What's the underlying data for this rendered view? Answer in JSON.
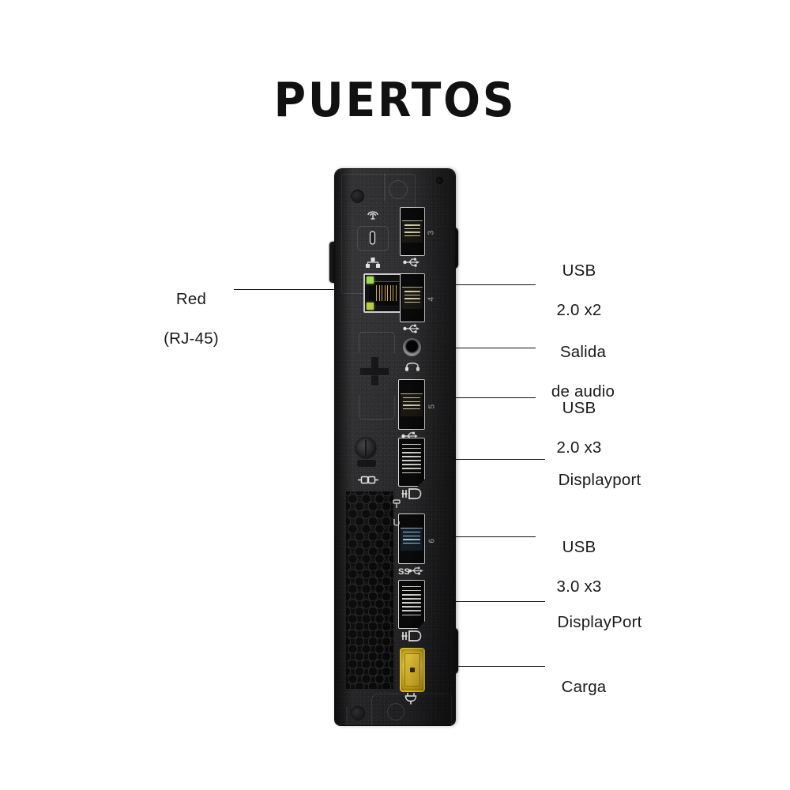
{
  "page": {
    "title": "PUERTOS",
    "background_color": "#ffffff",
    "text_color": "#1a1a1a"
  },
  "device": {
    "name": "mini-pc-rear-panel",
    "chassis_color": "#202022",
    "accent_power_color": "#d8b41e",
    "led_color": "#9bd84a"
  },
  "callouts": {
    "left": [
      {
        "id": "network",
        "label": "Red\n(RJ-45)",
        "line1": "Red",
        "line2": "(RJ-45)"
      }
    ],
    "right": [
      {
        "id": "usb20x2",
        "label": "USB\n2.0 x2",
        "line1": "USB",
        "line2": "2.0 x2"
      },
      {
        "id": "audio",
        "label": "Salida\nde audio",
        "line1": "Salida",
        "line2": "de audio"
      },
      {
        "id": "usb20x3",
        "label": "USB\n2.0 x3",
        "line1": "USB",
        "line2": "2.0 x3"
      },
      {
        "id": "dp1",
        "label": "Displayport",
        "line1": "Displayport",
        "line2": ""
      },
      {
        "id": "usb30x3",
        "label": "USB\n3.0 x3",
        "line1": "USB",
        "line2": "3.0 x3"
      },
      {
        "id": "dp2",
        "label": "DisplayPort",
        "line1": "DisplayPort",
        "line2": ""
      },
      {
        "id": "charge",
        "label": "Carga",
        "line1": "Carga",
        "line2": ""
      }
    ]
  },
  "port_markings": {
    "usb_top_number": "3",
    "usb_second_number": "4",
    "usb_middle_number": "5",
    "usb_ss_number": "6"
  },
  "icons": {
    "wifi": "wifi-antenna-icon",
    "lock": "kensington-lock-icon",
    "network": "network-icon",
    "headphone": "headphone-icon",
    "usb": "usb-trident-icon",
    "usb_ss": "usb-superspeed-icon",
    "displayport": "displayport-icon",
    "power": "power-plug-icon",
    "serial": "serial-port-icon"
  }
}
